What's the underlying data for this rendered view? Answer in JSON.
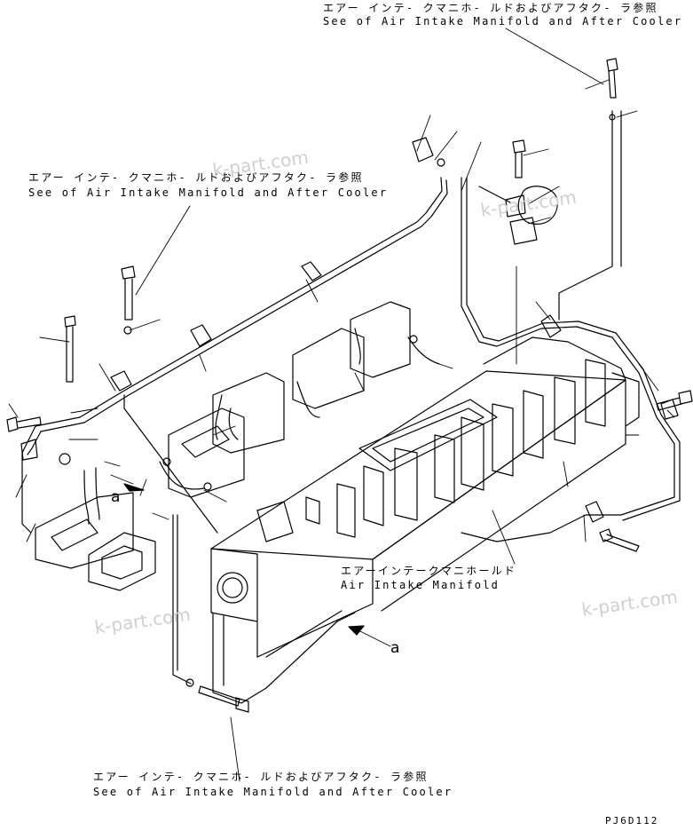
{
  "references": {
    "top_jp": "エアー インテ- クマニホ- ルドおよびアフタク- ラ参照",
    "top_en": "See of Air Intake Manifold and After Cooler",
    "left_jp": "エアー インテ- クマニホ- ルドおよびアフタク- ラ参照",
    "left_en": "See of Air Intake Manifold and After Cooler",
    "bottom_jp": "エアー インテ- クマニホ- ルドおよびアフタク- ラ参照",
    "bottom_en": "See of Air Intake Manifold and After Cooler"
  },
  "manifold": {
    "jp": "エアーインテークマニホールド",
    "en": "Air Intake Manifold"
  },
  "callouts": {
    "a_left": "a",
    "a_right": "a"
  },
  "watermarks": [
    "k-part.com",
    "k-part.com",
    "k-part.com",
    "k-part.com"
  ],
  "drawing_code": "PJ6D112",
  "colors": {
    "line": "#000000",
    "background": "#ffffff",
    "watermark": "#cfcfcf"
  }
}
